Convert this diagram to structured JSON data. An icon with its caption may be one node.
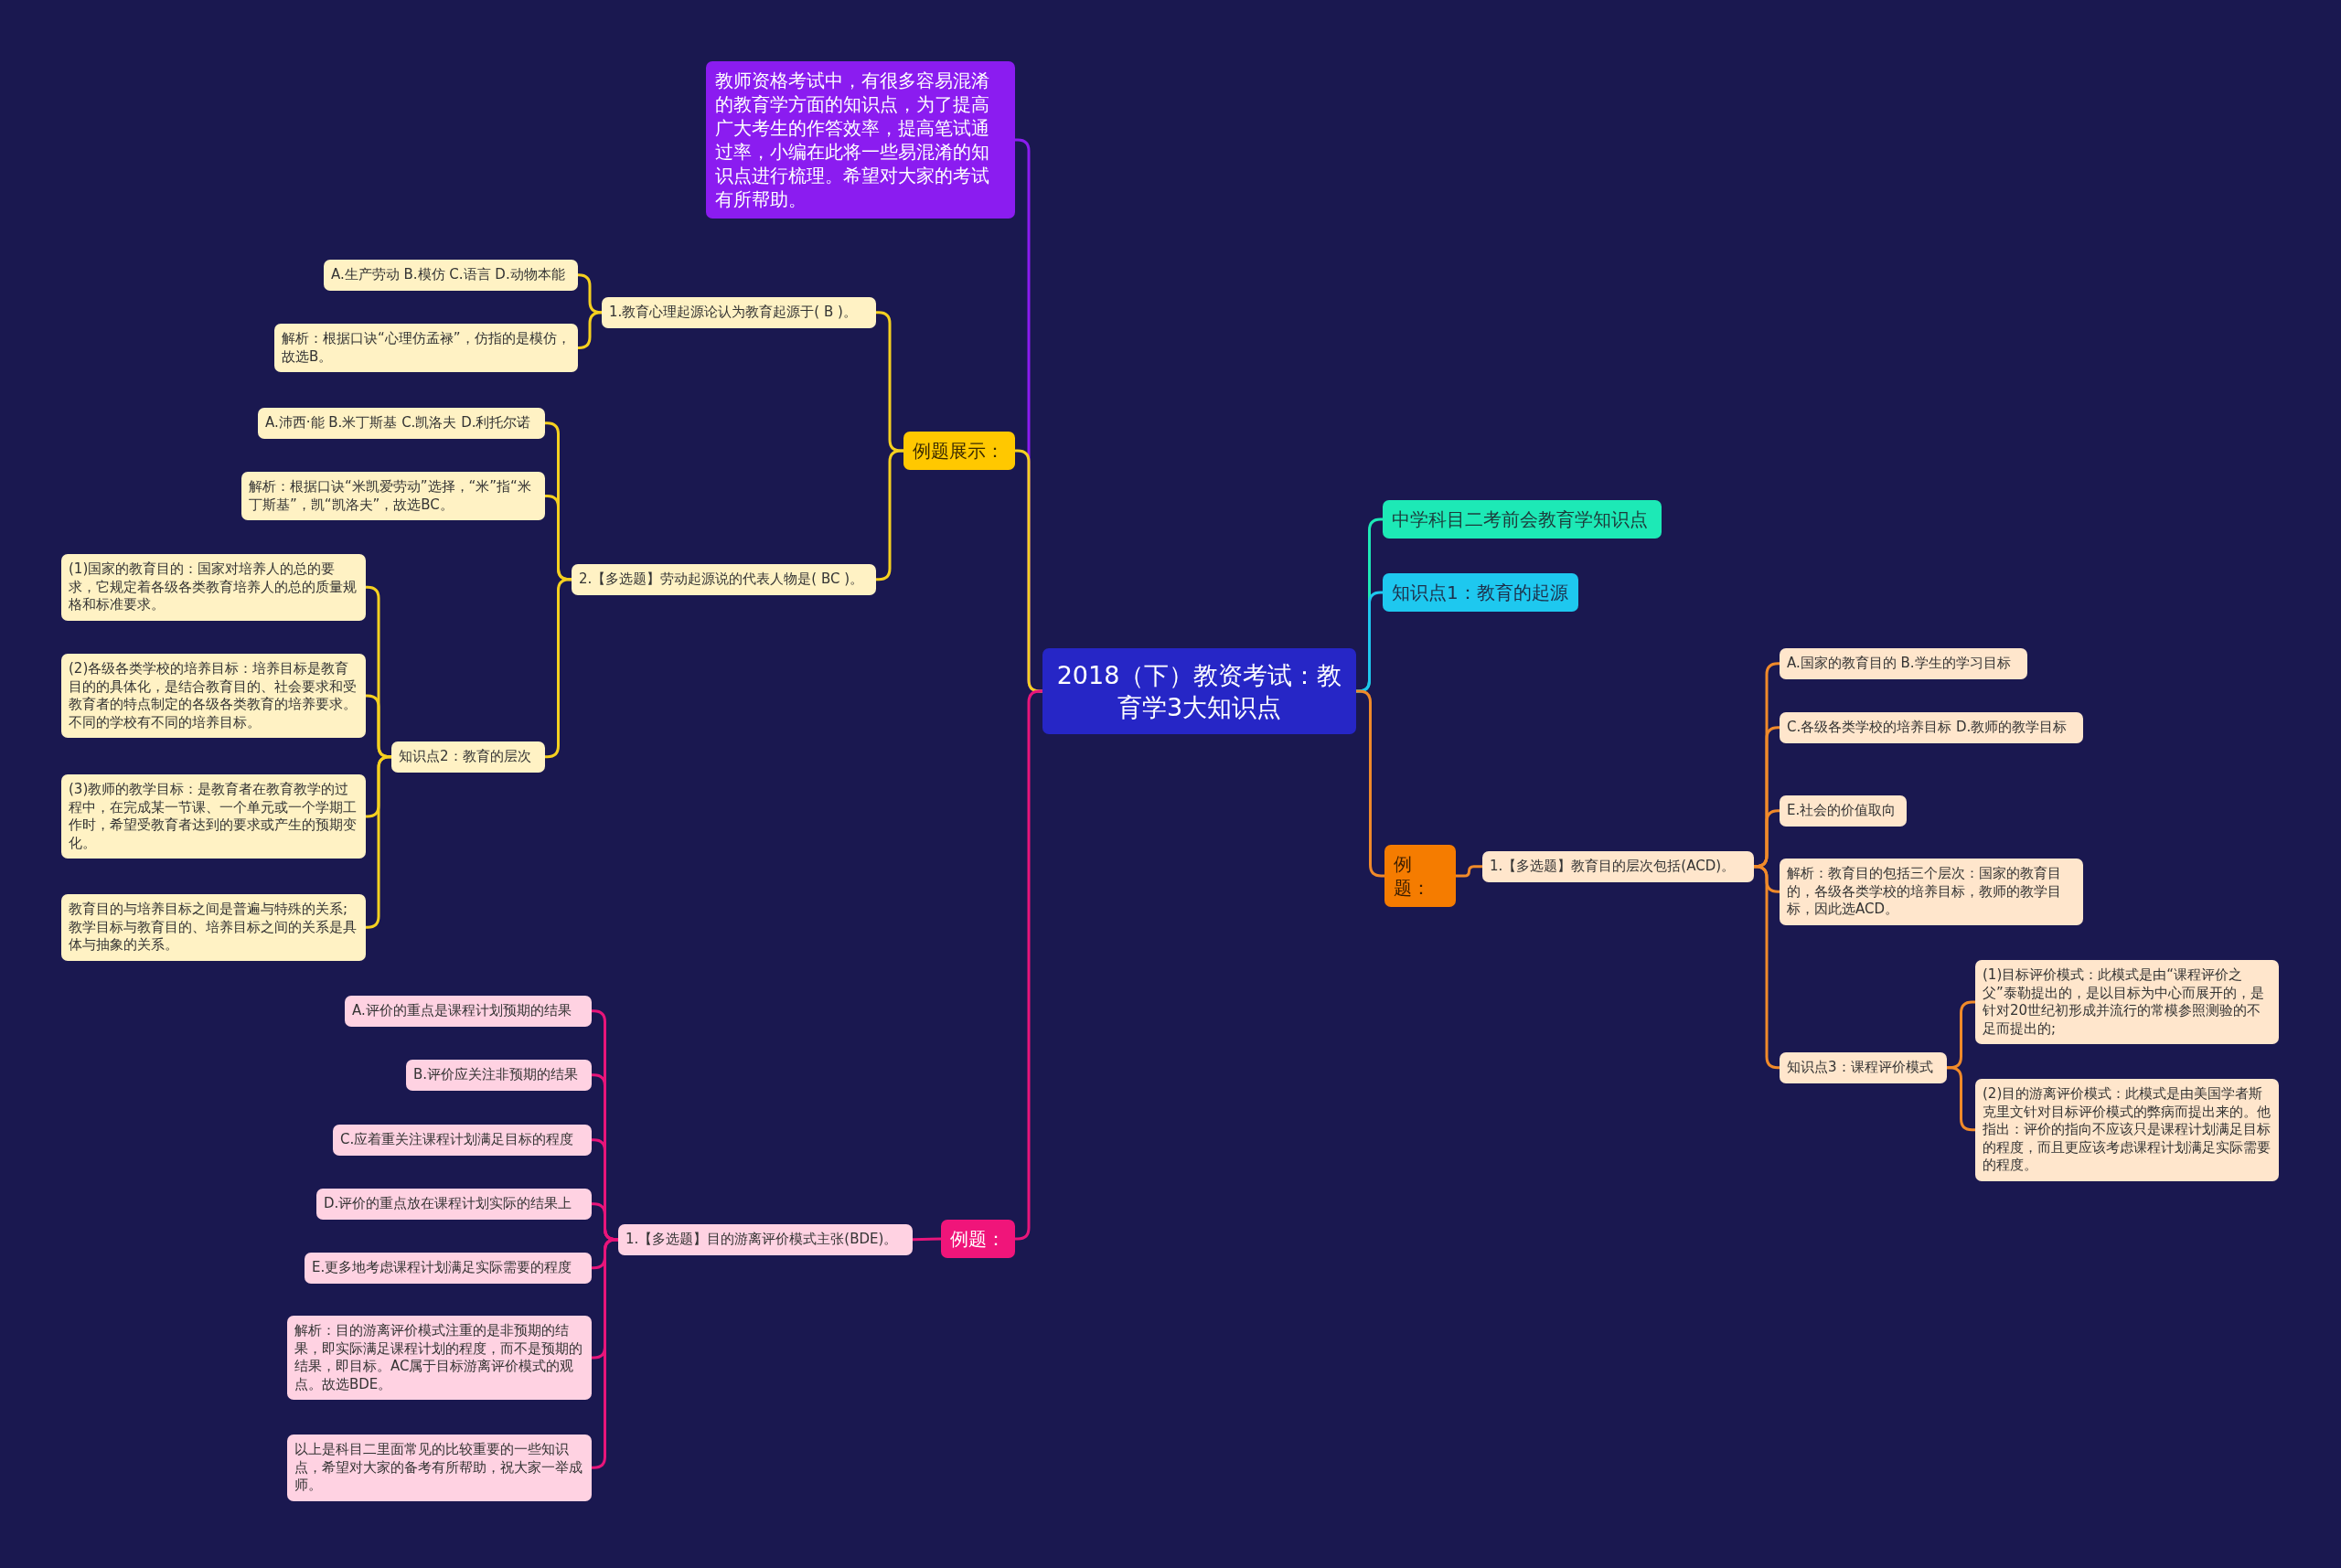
{
  "diagram": {
    "nodes": [
      {
        "text": [
          "2018（下）教资考试：教育学3大知识点"
        ]
      },
      {
        "text": [
          "教师资格考试中，有很多容易混淆的教育学方面的知识点，为了提高广大考生的作答效率，提高笔试通过率，小编在此将一些易混淆的知识点进行梳理。希望对大家的考试有所帮助。"
        ]
      },
      {
        "text": [
          "例题展示："
        ]
      },
      {
        "text": [
          "1.教育心理起源论认为教育起源于( B )。"
        ]
      },
      {
        "text": [
          "A.生产劳动 B.模仿 C.语言 D.动物本能"
        ]
      },
      {
        "text": [
          "解析：根据口诀“心理仿孟禄”，仿指的是模仿，故选B。"
        ]
      },
      {
        "text": [
          "2.【多选题】劳动起源说的代表人物是( BC )。"
        ]
      },
      {
        "text": [
          "A.沛西·能 B.米丁斯基 C.凯洛夫 D.利托尔诺"
        ]
      },
      {
        "text": [
          "解析：根据口诀“米凯爱劳动”选择，“米”指“米丁斯基”，凯“凯洛夫”，故选BC。"
        ]
      },
      {
        "text": [
          "知识点2：教育的层次"
        ]
      },
      {
        "text": [
          "(1)国家的教育目的：国家对培养人的总的要求，它规定着各级各类教育培养人的总的质量规格和标准要求。"
        ]
      },
      {
        "text": [
          "(2)各级各类学校的培养目标：培养目标是教育目的的具体化，是结合教育目的、社会要求和受教育者的特点制定的各级各类教育的培养要求。不同的学校有不同的培养目标。"
        ]
      },
      {
        "text": [
          "(3)教师的教学目标：是教育者在教育教学的过程中，在完成某一节课、一个单元或一个学期工作时，希望受教育者达到的要求或产生的预期变化。"
        ]
      },
      {
        "text": [
          "教育目的与培养目标之间是普遍与特殊的关系;教学目标与教育目的、培养目标之间的关系是具体与抽象的关系。"
        ]
      },
      {
        "text": [
          "例题："
        ]
      },
      {
        "text": [
          "1.【多选题】目的游离评价模式主张(BDE)。"
        ]
      },
      {
        "text": [
          "A.评价的重点是课程计划预期的结果"
        ]
      },
      {
        "text": [
          "B.评价应关注非预期的结果"
        ]
      },
      {
        "text": [
          "C.应着重关注课程计划满足目标的程度"
        ]
      },
      {
        "text": [
          "D.评价的重点放在课程计划实际的结果上"
        ]
      },
      {
        "text": [
          "E.更多地考虑课程计划满足实际需要的程度"
        ]
      },
      {
        "text": [
          "解析：目的游离评价模式注重的是非预期的结果，即实际满足课程计划的程度，而不是预期的结果，即目标。AC属于目标游离评价模式的观点。故选BDE。"
        ]
      },
      {
        "text": [
          "以上是科目二里面常见的比较重要的一些知识点，希望对大家的备考有所帮助，祝大家一举成师。"
        ]
      },
      {
        "text": [
          "中学科目二考前会教育学知识点"
        ]
      },
      {
        "text": [
          "知识点1：教育的起源"
        ]
      },
      {
        "text": [
          "例题："
        ]
      },
      {
        "text": [
          "1.【多选题】教育目的层次包括(ACD)。"
        ]
      },
      {
        "text": [
          "A.国家的教育目的 B.学生的学习目标"
        ]
      },
      {
        "text": [
          "C.各级各类学校的培养目标 D.教师的教学目标"
        ]
      },
      {
        "text": [
          "E.社会的价值取向"
        ]
      },
      {
        "text": [
          "解析：教育目的包括三个层次：国家的教育目的，各级各类学校的培养目标，教师的教学目标，因此选ACD。"
        ]
      },
      {
        "text": [
          "知识点3：课程评价模式"
        ]
      },
      {
        "text": [
          "(1)目标评价模式：此模式是由“课程评价之父”泰勒提出的，是以目标为中心而展开的，是针对20世纪初形成并流行的常模参照测验的不足而提出的;"
        ]
      },
      {
        "text": [
          "(2)目的游离评价模式：此模式是由美国学者斯克里文针对目标评价模式的弊病而提出来的。他指出：评价的指向不应该只是课程计划满足目标的程度，而且更应该考虑课程计划满足实际需要的程度。"
        ]
      }
    ],
    "edges": [
      {
        "from": 0,
        "to": 1,
        "arrow": "none",
        "color": "#8b1cf0"
      },
      {
        "from": 0,
        "to": 2,
        "arrow": "none"
      },
      {
        "from": 2,
        "to": 3,
        "arrow": "none"
      },
      {
        "from": 3,
        "to": 4,
        "arrow": "none"
      },
      {
        "from": 3,
        "to": 5,
        "arrow": "none"
      },
      {
        "from": 2,
        "to": 6,
        "arrow": "none"
      },
      {
        "from": 6,
        "to": 7,
        "arrow": "none"
      },
      {
        "from": 6,
        "to": 8,
        "arrow": "none"
      },
      {
        "from": 6,
        "to": 9,
        "arrow": "none"
      },
      {
        "from": 9,
        "to": 10,
        "arrow": "none"
      },
      {
        "from": 9,
        "to": 11,
        "arrow": "none"
      },
      {
        "from": 9,
        "to": 12,
        "arrow": "none"
      },
      {
        "from": 9,
        "to": 13,
        "arrow": "none"
      },
      {
        "from": 0,
        "to": 14,
        "arrow": "none",
        "color": "#e8157a"
      },
      {
        "from": 14,
        "to": 15,
        "arrow": "none",
        "color": "#e8157a"
      },
      {
        "from": 15,
        "to": 16,
        "arrow": "none",
        "color": "#e8157a"
      },
      {
        "from": 15,
        "to": 17,
        "arrow": "none",
        "color": "#e8157a"
      },
      {
        "from": 15,
        "to": 18,
        "arrow": "none",
        "color": "#e8157a"
      },
      {
        "from": 15,
        "to": 19,
        "arrow": "none",
        "color": "#e8157a"
      },
      {
        "from": 15,
        "to": 20,
        "arrow": "none",
        "color": "#e8157a"
      },
      {
        "from": 15,
        "to": 21,
        "arrow": "none",
        "color": "#e8157a"
      },
      {
        "from": 15,
        "to": 22,
        "arrow": "none",
        "color": "#e8157a"
      },
      {
        "from": 0,
        "to": 23,
        "arrow": "none",
        "color": "#1de9b6"
      },
      {
        "from": 0,
        "to": 24,
        "arrow": "none",
        "color": "#1ec8ef"
      },
      {
        "from": 0,
        "to": 25,
        "arrow": "none",
        "color": "#f08a2a"
      },
      {
        "from": 25,
        "to": 26,
        "arrow": "none",
        "color": "#f08a2a"
      },
      {
        "from": 26,
        "to": 27,
        "arrow": "none",
        "color": "#f08a2a"
      },
      {
        "from": 26,
        "to": 28,
        "arrow": "none",
        "color": "#f08a2a"
      },
      {
        "from": 26,
        "to": 29,
        "arrow": "none",
        "color": "#f08a2a"
      },
      {
        "from": 26,
        "to": 30,
        "arrow": "none",
        "color": "#f08a2a"
      },
      {
        "from": 26,
        "to": 31,
        "arrow": "none",
        "color": "#f08a2a"
      },
      {
        "from": 31,
        "to": 32,
        "arrow": "none",
        "color": "#f08a2a"
      },
      {
        "from": 31,
        "to": 33,
        "arrow": "none",
        "color": "#f08a2a"
      }
    ]
  }
}
